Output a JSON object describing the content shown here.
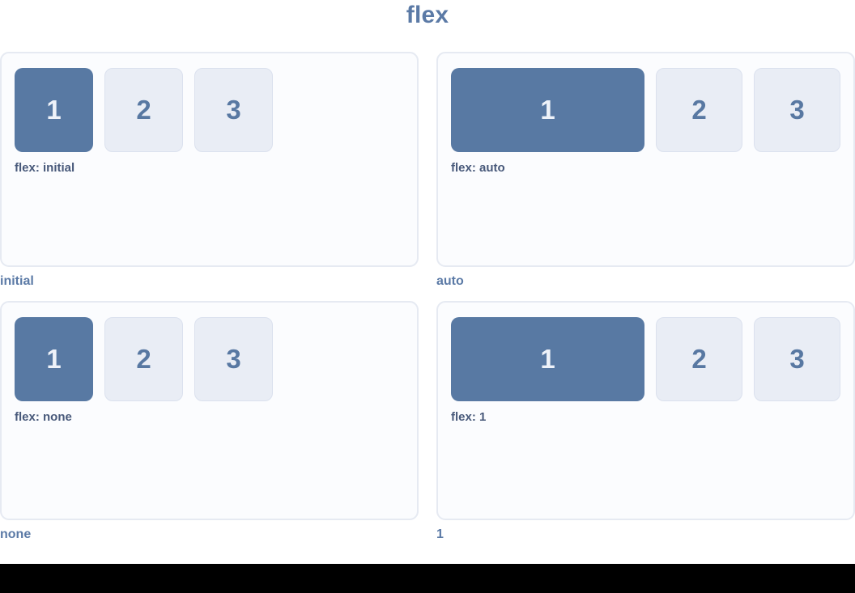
{
  "title": "flex",
  "colors": {
    "accent_blue": "#5879a3",
    "item_light_bg": "#e9edf5",
    "item_light_border": "#dbe1ee",
    "panel_bg": "#fbfcfe",
    "panel_border": "#e6eaf2",
    "heading_text": "#5b7aa6",
    "label_text": "#48597a",
    "bottom_bar": "#000000"
  },
  "panels": [
    {
      "caption": "initial",
      "flex_label": "flex: initial",
      "items": [
        "1",
        "2",
        "3"
      ]
    },
    {
      "caption": "auto",
      "flex_label": "flex: auto",
      "items": [
        "1",
        "2",
        "3"
      ]
    },
    {
      "caption": "none",
      "flex_label": "flex: none",
      "items": [
        "1",
        "2",
        "3"
      ]
    },
    {
      "caption": "1",
      "flex_label": "flex: 1",
      "items": [
        "1",
        "2",
        "3"
      ]
    }
  ]
}
